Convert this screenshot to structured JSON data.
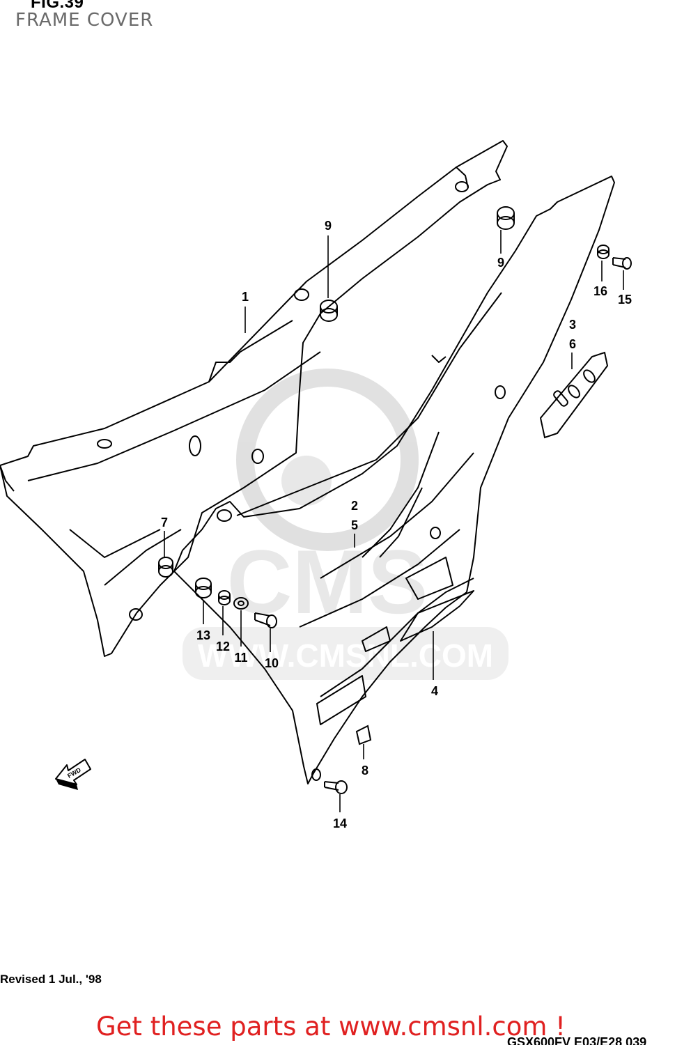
{
  "figure": {
    "number": "FIG.39",
    "title": "FRAME COVER"
  },
  "footer": {
    "revised": "Revised 1 Jul., '98",
    "promo": "Get these parts at www.cmsnl.com !",
    "model_code": "GSX600FV E03/E28  039"
  },
  "watermark": {
    "text": "WWW.CMSNL.COM",
    "logo_text": "CMS"
  },
  "direction": {
    "label": "FWD"
  },
  "callouts": [
    {
      "id": "c1",
      "label": "1"
    },
    {
      "id": "c9a",
      "label": "9"
    },
    {
      "id": "c9b",
      "label": "9"
    },
    {
      "id": "c16",
      "label": "16"
    },
    {
      "id": "c15",
      "label": "15"
    },
    {
      "id": "c3",
      "label": "3"
    },
    {
      "id": "c6",
      "label": "6"
    },
    {
      "id": "c2",
      "label": "2"
    },
    {
      "id": "c5",
      "label": "5"
    },
    {
      "id": "c7",
      "label": "7"
    },
    {
      "id": "c13",
      "label": "13"
    },
    {
      "id": "c12",
      "label": "12"
    },
    {
      "id": "c11",
      "label": "11"
    },
    {
      "id": "c10",
      "label": "10"
    },
    {
      "id": "c4",
      "label": "4"
    },
    {
      "id": "c8",
      "label": "8"
    },
    {
      "id": "c14",
      "label": "14"
    }
  ]
}
